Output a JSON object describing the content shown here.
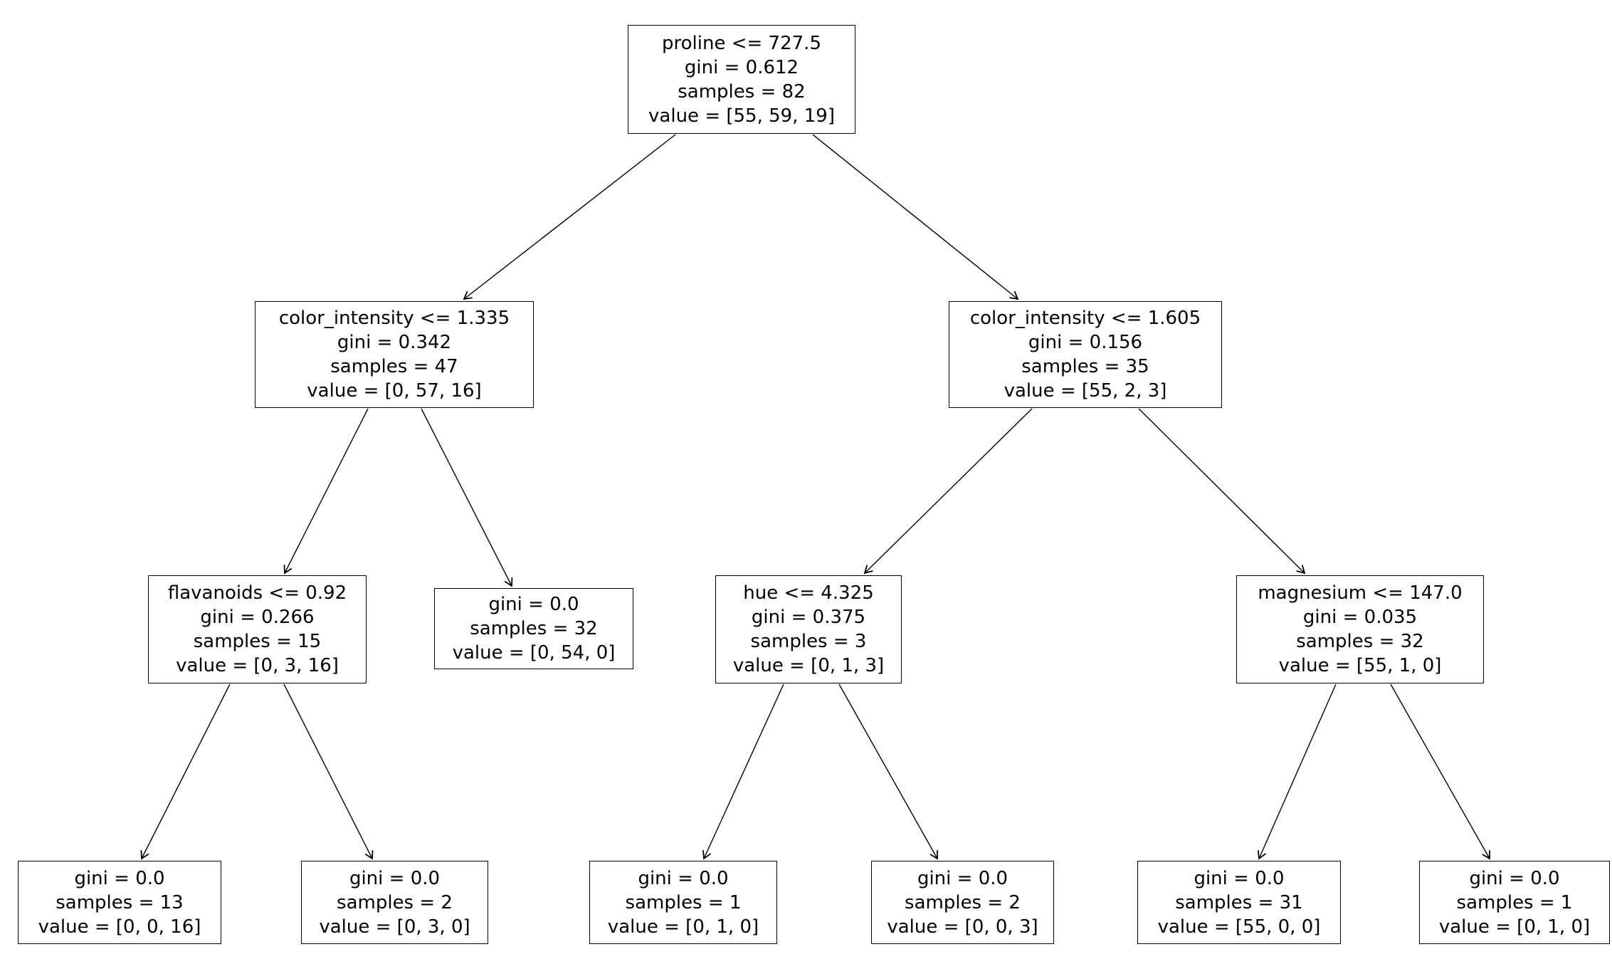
{
  "figure": {
    "kind": "decision-tree-plot",
    "background_color": "#ffffff",
    "box_border_color": "#000000",
    "text_color": "#000000",
    "edge_color": "#000000"
  },
  "nodes": [
    {
      "id": "root",
      "lines": [
        "proline <= 727.5",
        "gini = 0.612",
        "samples = 82",
        "value = [55, 59, 19]"
      ]
    },
    {
      "id": "node-l",
      "lines": [
        "color_intensity <= 1.335",
        "gini = 0.342",
        "samples = 47",
        "value = [0, 57, 16]"
      ]
    },
    {
      "id": "node-r",
      "lines": [
        "color_intensity <= 1.605",
        "gini = 0.156",
        "samples = 35",
        "value = [55, 2, 3]"
      ]
    },
    {
      "id": "node-ll",
      "lines": [
        "flavanoids <= 0.92",
        "gini = 0.266",
        "samples = 15",
        "value = [0, 3, 16]"
      ]
    },
    {
      "id": "leaf-lr",
      "lines": [
        "gini = 0.0",
        "samples = 32",
        "value = [0, 54, 0]"
      ]
    },
    {
      "id": "node-rl",
      "lines": [
        "hue <= 4.325",
        "gini = 0.375",
        "samples = 3",
        "value = [0, 1, 3]"
      ]
    },
    {
      "id": "node-rr",
      "lines": [
        "magnesium <= 147.0",
        "gini = 0.035",
        "samples = 32",
        "value = [55, 1, 0]"
      ]
    },
    {
      "id": "leaf-lll",
      "lines": [
        "gini = 0.0",
        "samples = 13",
        "value = [0, 0, 16]"
      ]
    },
    {
      "id": "leaf-llr",
      "lines": [
        "gini = 0.0",
        "samples = 2",
        "value = [0, 3, 0]"
      ]
    },
    {
      "id": "leaf-rll",
      "lines": [
        "gini = 0.0",
        "samples = 1",
        "value = [0, 1, 0]"
      ]
    },
    {
      "id": "leaf-rlr",
      "lines": [
        "gini = 0.0",
        "samples = 2",
        "value = [0, 0, 3]"
      ]
    },
    {
      "id": "leaf-rrl",
      "lines": [
        "gini = 0.0",
        "samples = 31",
        "value = [55, 0, 0]"
      ]
    },
    {
      "id": "leaf-rrr",
      "lines": [
        "gini = 0.0",
        "samples = 1",
        "value = [0, 1, 0]"
      ]
    }
  ],
  "edges": [
    {
      "parent": "root",
      "child": "node-l"
    },
    {
      "parent": "root",
      "child": "node-r"
    },
    {
      "parent": "node-l",
      "child": "node-ll"
    },
    {
      "parent": "node-l",
      "child": "leaf-lr"
    },
    {
      "parent": "node-r",
      "child": "node-rl"
    },
    {
      "parent": "node-r",
      "child": "node-rr"
    },
    {
      "parent": "node-ll",
      "child": "leaf-lll"
    },
    {
      "parent": "node-ll",
      "child": "leaf-llr"
    },
    {
      "parent": "node-rl",
      "child": "leaf-rll"
    },
    {
      "parent": "node-rl",
      "child": "leaf-rlr"
    },
    {
      "parent": "node-rr",
      "child": "leaf-rrl"
    },
    {
      "parent": "node-rr",
      "child": "leaf-rrr"
    }
  ]
}
